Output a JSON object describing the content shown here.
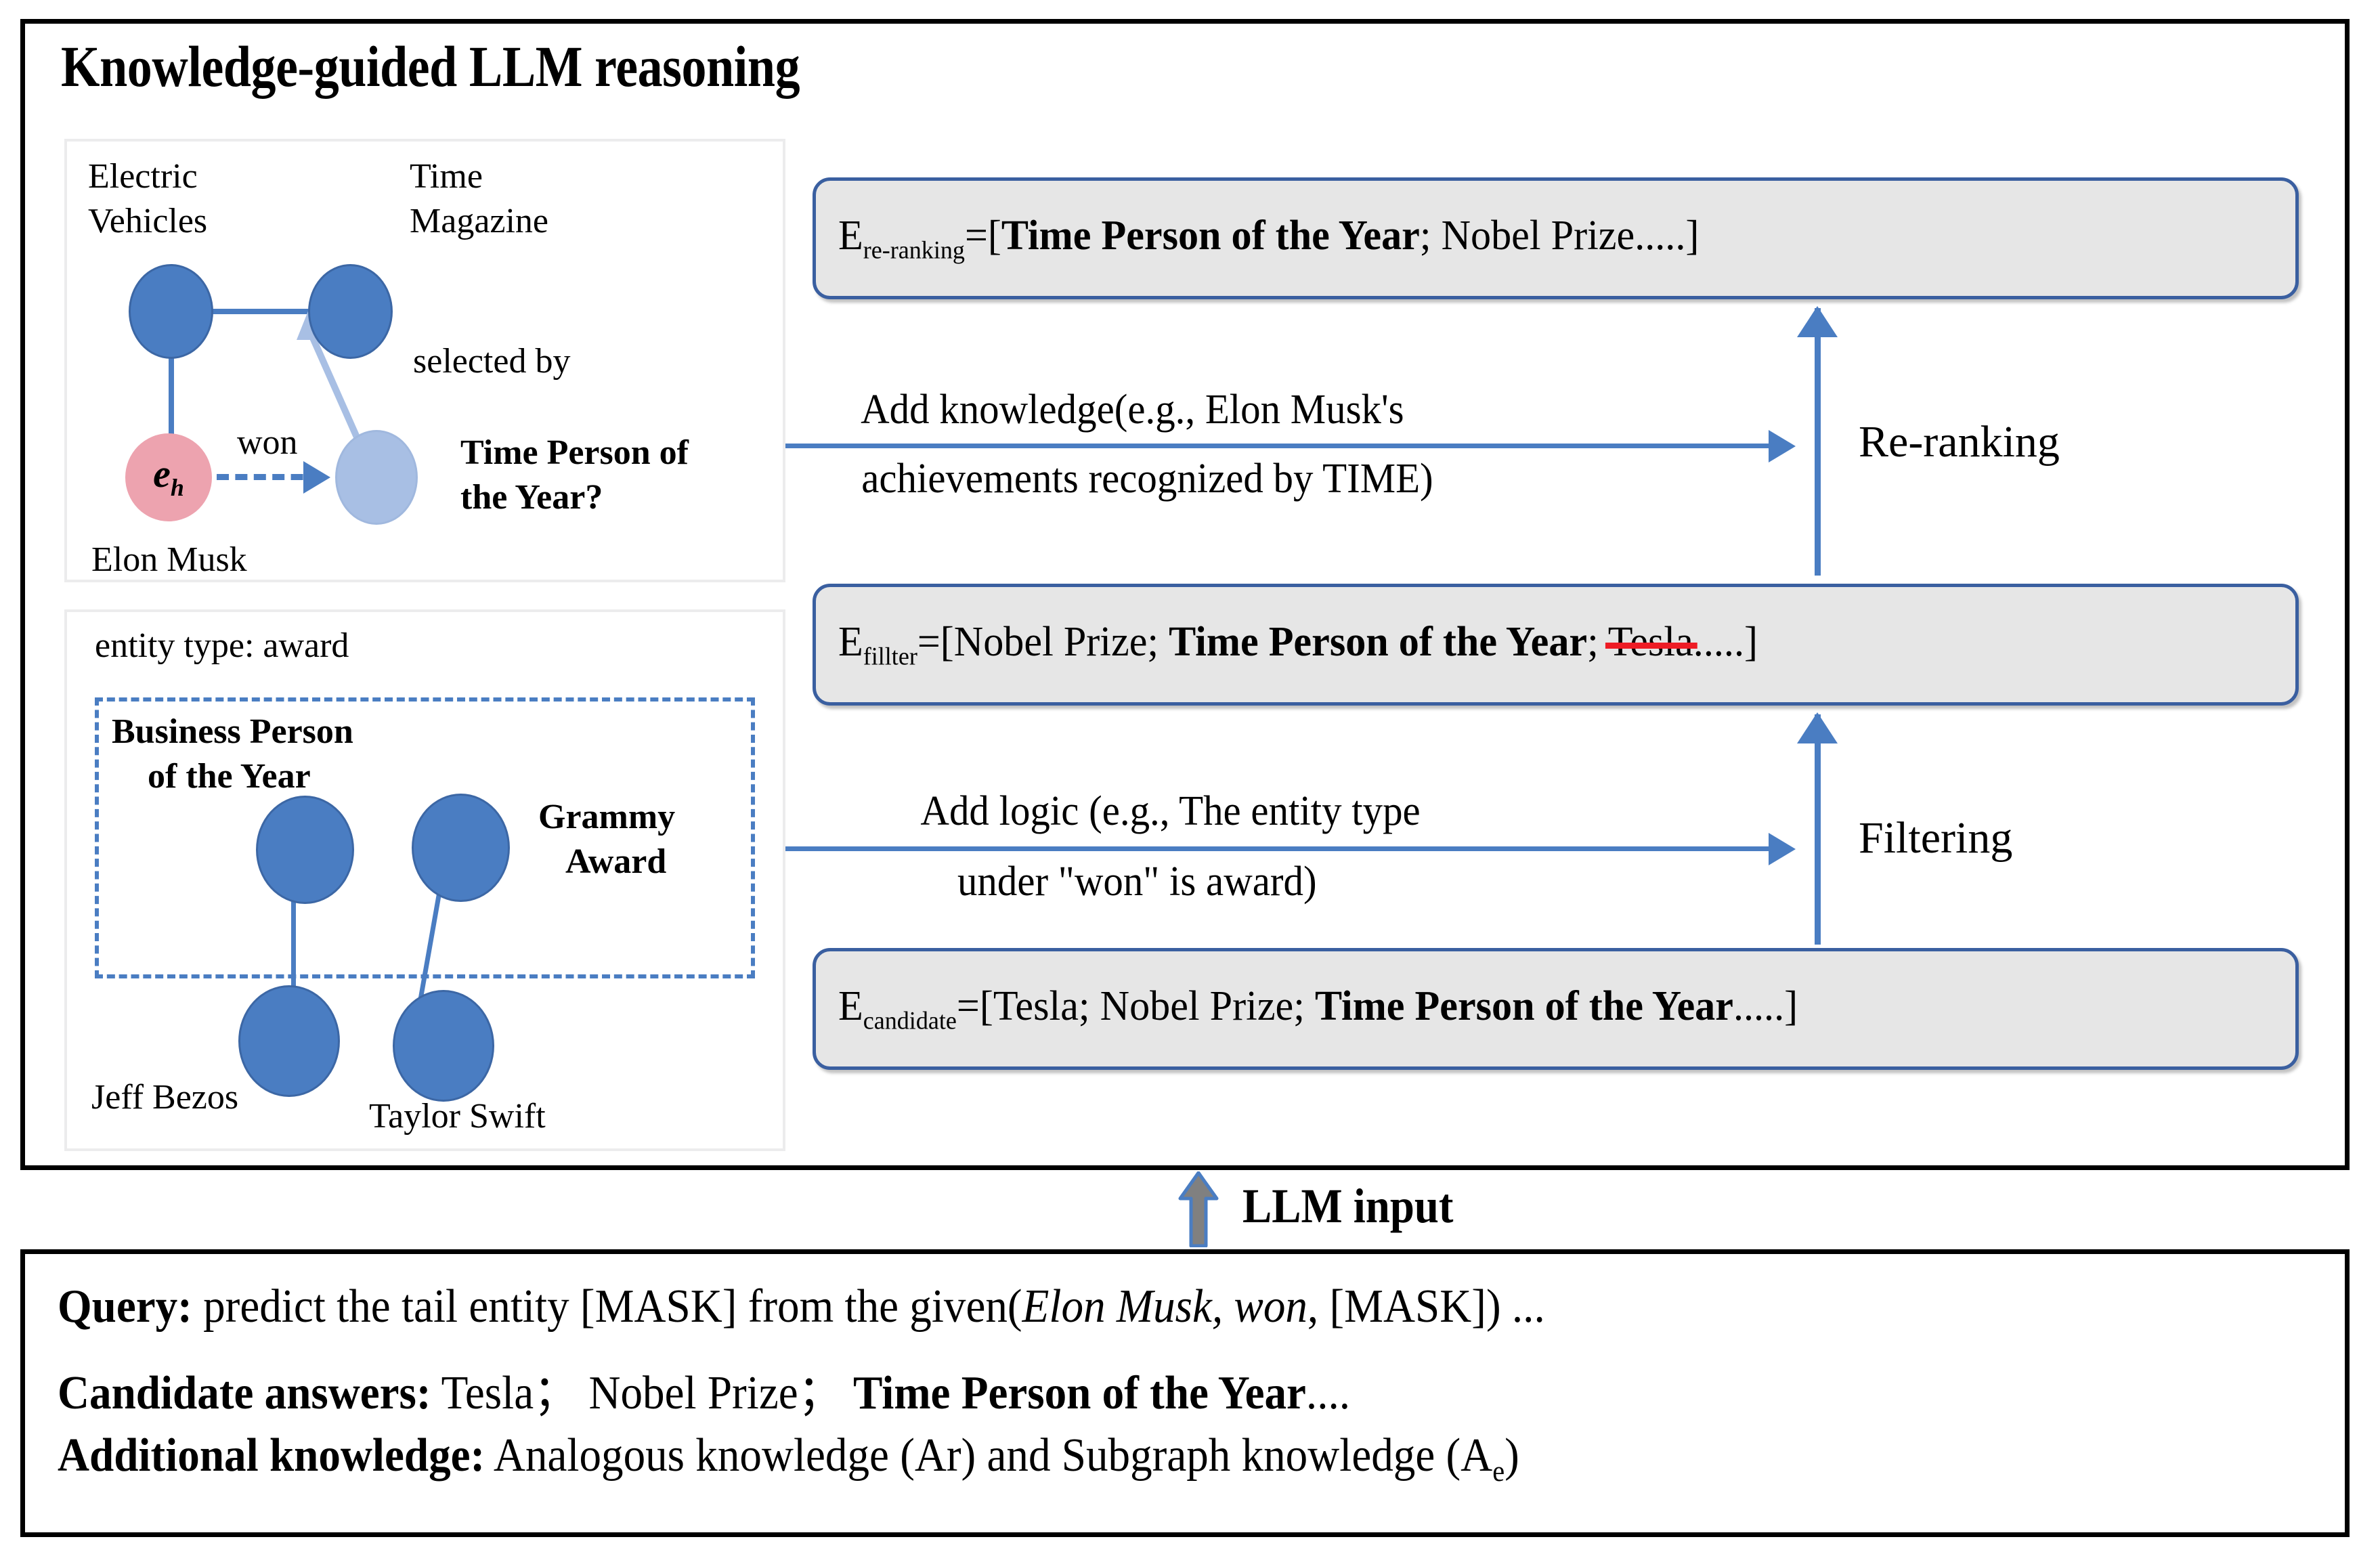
{
  "title": "Knowledge-guided LLM reasoning",
  "subgraph_panel": {
    "nodes": [
      {
        "id": "electric-vehicles",
        "label": "Electric\nVehicles",
        "color": "#4a7dc2"
      },
      {
        "id": "time-magazine",
        "label": "Time\nMagazine",
        "color": "#4a7dc2"
      },
      {
        "id": "elon-musk",
        "label": "Elon Musk",
        "symbol": "e",
        "subscript": "h",
        "color": "#eda3af"
      },
      {
        "id": "time-person-of-the-year",
        "label": "Time Person of\nthe Year?",
        "color": "#a8bfe4"
      }
    ],
    "labels": {
      "electric_vehicles_l1": "Electric",
      "electric_vehicles_l2": "Vehicles",
      "time_magazine_l1": "Time",
      "time_magazine_l2": "Magazine",
      "elon_musk": "Elon Musk",
      "selected_by": "selected by",
      "won": "won",
      "tpoty_l1": "Time Person of",
      "tpoty_l2": "the Year?"
    },
    "edges": [
      {
        "from": "electric-vehicles",
        "to": "time-magazine",
        "label": "",
        "style": "solid"
      },
      {
        "from": "electric-vehicles",
        "to": "elon-musk",
        "label": "",
        "style": "solid"
      },
      {
        "from": "elon-musk",
        "to": "time-person-of-the-year",
        "label": "won",
        "style": "dashed"
      },
      {
        "from": "time-person-of-the-year",
        "to": "time-magazine",
        "label": "selected by",
        "style": "solid"
      }
    ]
  },
  "analogous_panel": {
    "entity_type_label": "entity type: award",
    "labels": {
      "business_person_l1": "Business Person",
      "business_person_l2": "of the Year",
      "grammy_l1": "Grammy",
      "grammy_l2": "Award",
      "jeff_bezos": "Jeff Bezos",
      "taylor_swift": "Taylor Swift"
    },
    "nodes": [
      {
        "id": "business-person-of-the-year",
        "label": "Business Person of the Year",
        "color": "#4a7dc2"
      },
      {
        "id": "grammy-award",
        "label": "Grammy Award",
        "color": "#4a7dc2"
      },
      {
        "id": "jeff-bezos",
        "label": "Jeff Bezos",
        "color": "#4a7dc2"
      },
      {
        "id": "taylor-swift",
        "label": "Taylor Swift",
        "color": "#4a7dc2"
      }
    ]
  },
  "pipeline": {
    "re_ranking_box": {
      "name": "E",
      "subscript": "re-ranking",
      "eq": "=[",
      "item_bold": "Time Person of the Year",
      "rest": "; Nobel Prize.....]"
    },
    "filter_box": {
      "name": "E",
      "subscript": "fillter",
      "eq": "=[",
      "prefix": "Nobel Prize; ",
      "item_bold": "Time Person of the Year",
      "mid": "; ",
      "struck": "Tesla",
      "rest": ".....]"
    },
    "candidate_box": {
      "name": "E",
      "subscript": "candidate",
      "eq": "=[",
      "prefix": "Tesla; Nobel Prize; ",
      "item_bold": "Time Person of the Year",
      "rest": ".....]"
    },
    "add_knowledge_l1": "Add knowledge(e.g., Elon Musk's",
    "add_knowledge_l2": "achievements recognized by TIME)",
    "add_logic_l1": "Add logic (e.g., The entity type",
    "add_logic_l2": "under \"won\" is award)",
    "step_re_ranking": "Re-ranking",
    "step_filtering": "Filtering"
  },
  "llm_input": {
    "label": "LLM input"
  },
  "prompt": {
    "query_label": "Query:",
    "query_text_a": " predict the tail entity [MASK] from the given(",
    "query_italic": "Elon Musk, won",
    "query_text_b": ", [MASK]) ...",
    "candidates_label": "Candidate answers:",
    "candidates_a": " Tesla；  Nobel Prize；  ",
    "candidates_bold": "Time Person of the Year",
    "candidates_b": "....",
    "knowledge_label": "Additional knowledge:",
    "knowledge_a": " Analogous knowledge (Ar) and Subgraph knowledge (A",
    "knowledge_sub": "e",
    "knowledge_b": ")"
  },
  "colors": {
    "node_blue": "#4a7dc2",
    "node_light_blue": "#a8bfe4",
    "node_pink": "#eda3af",
    "box_fill": "#e6e6e6",
    "box_border": "#3a5fa0",
    "strike_red": "#ee1c25",
    "arrow_blue": "#4a7dc2"
  }
}
